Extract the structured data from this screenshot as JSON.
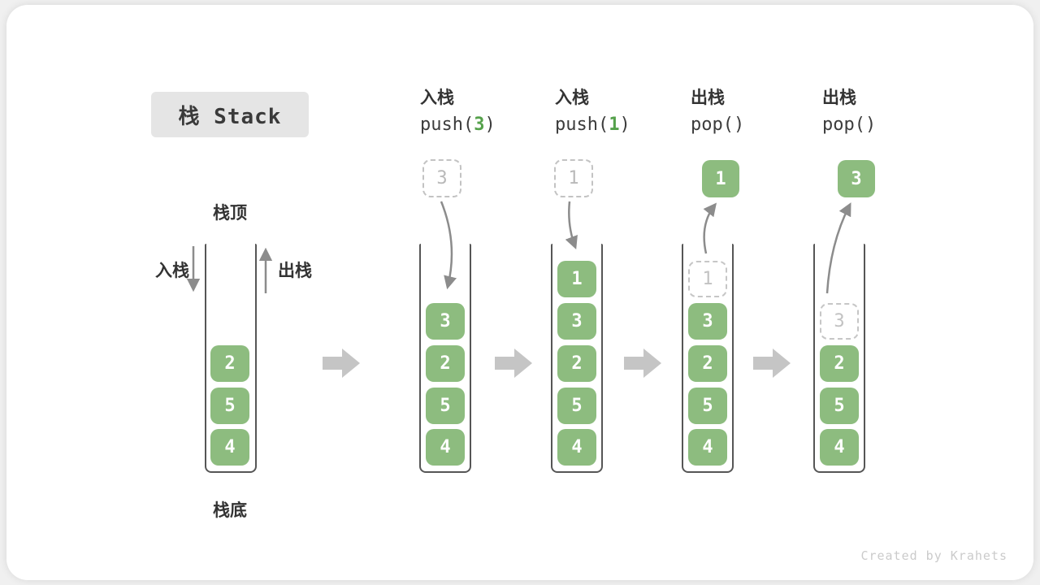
{
  "title": "栈 Stack",
  "watermark": "Created by Krahets",
  "base_stack": {
    "top_label": "栈顶",
    "bottom_label": "栈底",
    "push_label": "入栈",
    "pop_label": "出栈",
    "cells": [
      {
        "value": "2"
      },
      {
        "value": "5"
      },
      {
        "value": "4"
      }
    ]
  },
  "steps": [
    {
      "op_label": "入栈",
      "code": {
        "pre": "push(",
        "num": "3",
        "post": ")"
      },
      "floating_box": {
        "value": "3",
        "style": "dashed-incoming"
      },
      "cells": [
        {
          "value": "3"
        },
        {
          "value": "2"
        },
        {
          "value": "5"
        },
        {
          "value": "4"
        }
      ]
    },
    {
      "op_label": "入栈",
      "code": {
        "pre": "push(",
        "num": "1",
        "post": ")"
      },
      "floating_box": {
        "value": "1",
        "style": "dashed-incoming"
      },
      "cells": [
        {
          "value": "1"
        },
        {
          "value": "3"
        },
        {
          "value": "2"
        },
        {
          "value": "5"
        },
        {
          "value": "4"
        }
      ]
    },
    {
      "op_label": "出栈",
      "code": {
        "pre": "pop(",
        "num": "",
        "post": ")"
      },
      "floating_box": {
        "value": "1",
        "style": "solid-popped"
      },
      "cells": [
        {
          "value": "1",
          "state": "popped-ghost"
        },
        {
          "value": "3"
        },
        {
          "value": "2"
        },
        {
          "value": "5"
        },
        {
          "value": "4"
        }
      ]
    },
    {
      "op_label": "出栈",
      "code": {
        "pre": "pop(",
        "num": "",
        "post": ")"
      },
      "floating_box": {
        "value": "3",
        "style": "solid-popped"
      },
      "cells": [
        {
          "value": "3",
          "state": "popped-ghost"
        },
        {
          "value": "2"
        },
        {
          "value": "5"
        },
        {
          "value": "4"
        }
      ]
    }
  ],
  "colors": {
    "cell_green": "#8dbc7f",
    "code_number_green": "#55a14b",
    "flow_arrow_gray": "#8c8c8c",
    "block_arrow_gray": "#c5c5c5",
    "dashed_border_gray": "#c6c6c6",
    "title_box_bg": "#e5e5e5"
  }
}
